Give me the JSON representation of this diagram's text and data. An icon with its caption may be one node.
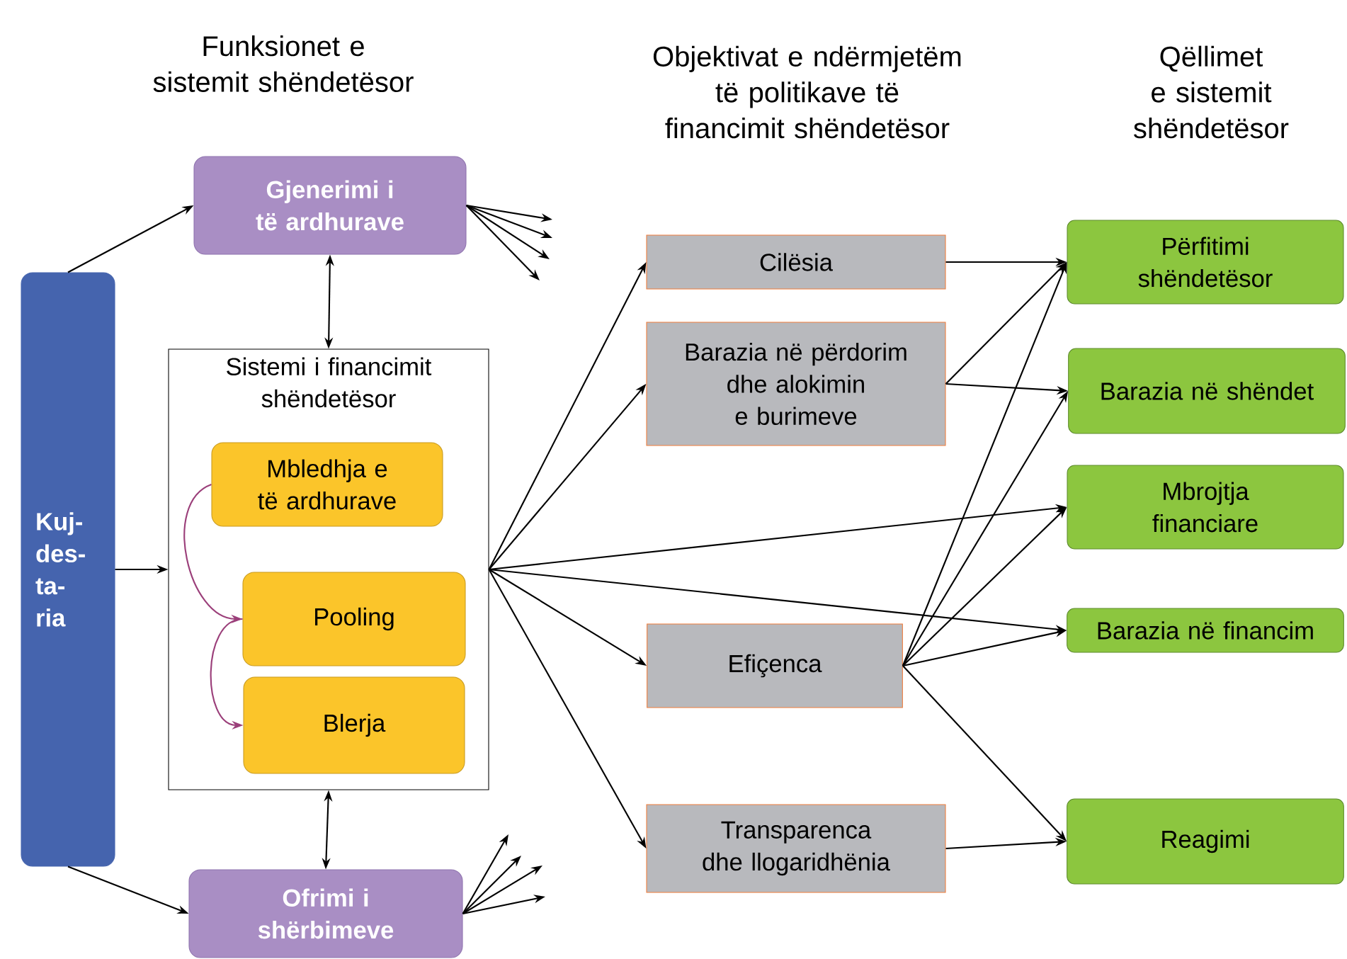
{
  "diagram": {
    "nodes": [
      {
        "text": [
          "Kuj- des- ta- ria"
        ]
      },
      {
        "text": [
          "Gjenerimi i të ardhurave"
        ]
      },
      {
        "text": [
          "Sistemi i financimit shëndetësor"
        ]
      },
      {
        "text": [
          "Mbledhja e të ardhurave"
        ],
        "in": 2
      },
      {
        "text": [
          "Pooling"
        ],
        "in": 2
      },
      {
        "text": [
          "Blerja"
        ],
        "in": 2
      },
      {
        "text": [
          "Ofrimi i shërbimeve"
        ]
      },
      {
        "text": [
          "Cilësia"
        ]
      },
      {
        "text": [
          "Barazia në përdorim dhe alokimin e burimeve"
        ]
      },
      {
        "text": [
          "Efiçenca"
        ]
      },
      {
        "text": [
          "Transparenca dhe llogaridhënia"
        ]
      },
      {
        "text": [
          "Përfitimi shëndetësor"
        ]
      },
      {
        "text": [
          "Barazia në shëndet"
        ]
      },
      {
        "text": [
          "Mbrojtja financiare"
        ]
      },
      {
        "text": [
          "Barazia në financim"
        ]
      },
      {
        "text": [
          "Reagimi"
        ]
      }
    ],
    "edges": [
      {
        "from": 0,
        "to": 1,
        "arrow": "to"
      },
      {
        "from": 0,
        "to": 2,
        "arrow": "to"
      },
      {
        "from": 0,
        "to": 6,
        "arrow": "to"
      },
      {
        "from": 1,
        "to": 2,
        "arrow": "both"
      },
      {
        "from": 2,
        "to": 6,
        "arrow": "both"
      },
      {
        "from": 3,
        "to": 4,
        "arrow": "to",
        "color": "#9b3f7a"
      },
      {
        "from": 4,
        "to": 5,
        "arrow": "to",
        "color": "#9b3f7a"
      },
      {
        "from": 1,
        "to": null,
        "arrow": "to"
      },
      {
        "from": 1,
        "to": null,
        "arrow": "to"
      },
      {
        "from": 1,
        "to": null,
        "arrow": "to"
      },
      {
        "from": 1,
        "to": null,
        "arrow": "to"
      },
      {
        "from": 6,
        "to": null,
        "arrow": "to"
      },
      {
        "from": 6,
        "to": null,
        "arrow": "to"
      },
      {
        "from": 6,
        "to": null,
        "arrow": "to"
      },
      {
        "from": 6,
        "to": null,
        "arrow": "to"
      },
      {
        "from": 2,
        "to": 7,
        "arrow": "to"
      },
      {
        "from": 2,
        "to": 8,
        "arrow": "to"
      },
      {
        "from": 2,
        "to": 13,
        "arrow": "to"
      },
      {
        "from": 2,
        "to": 14,
        "arrow": "to"
      },
      {
        "from": 2,
        "to": 9,
        "arrow": "to"
      },
      {
        "from": 2,
        "to": 10,
        "arrow": "to"
      },
      {
        "from": 7,
        "to": 11,
        "arrow": "to"
      },
      {
        "from": 8,
        "to": 11,
        "arrow": "to"
      },
      {
        "from": 8,
        "to": 12,
        "arrow": "to"
      },
      {
        "from": 9,
        "to": 11,
        "arrow": "to"
      },
      {
        "from": 9,
        "to": 12,
        "arrow": "to"
      },
      {
        "from": 9,
        "to": 13,
        "arrow": "to"
      },
      {
        "from": 9,
        "to": 14,
        "arrow": "to"
      },
      {
        "from": 9,
        "to": 15,
        "arrow": "to"
      },
      {
        "from": 10,
        "to": 15,
        "arrow": "to"
      }
    ],
    "labels": [
      "Funksionet e sistemit shëndetësor",
      "Objektivat e ndërmjetëm të politikave të financimit shëndetësor",
      "Qëllimet e sistemit shëndetësor"
    ]
  }
}
